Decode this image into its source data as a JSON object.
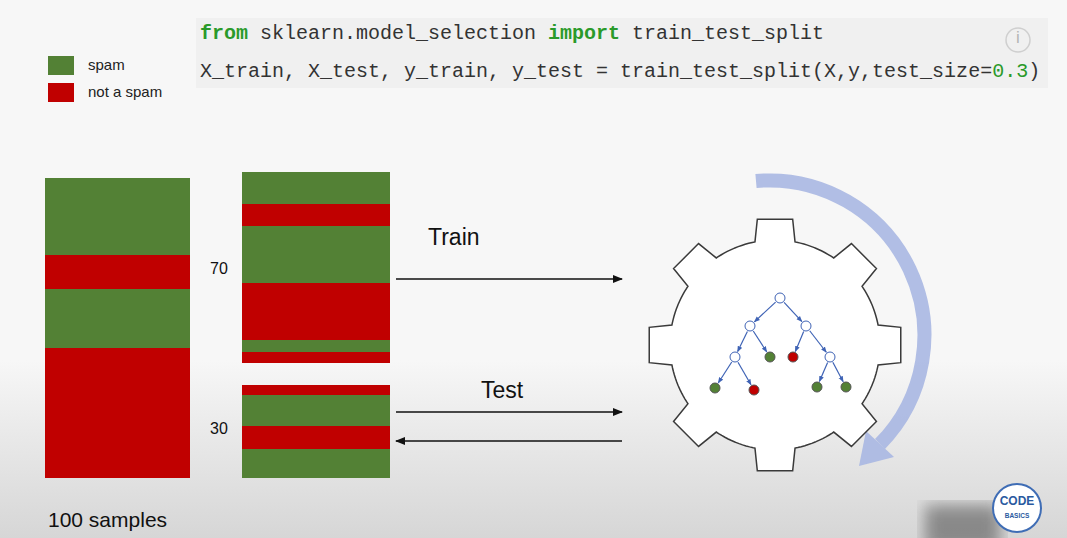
{
  "diagram": {
    "nodes": [
      {
        "text": [
          "100 samples"
        ]
      },
      {
        "text": [
          "70"
        ]
      },
      {
        "text": [
          "30"
        ]
      },
      {
        "text": []
      }
    ],
    "edges": [
      {
        "from": 1,
        "to": 3,
        "arrow": "to",
        "label": "Train"
      },
      {
        "from": 2,
        "to": 3,
        "arrow": "to",
        "label": "Test"
      },
      {
        "from": 3,
        "to": 2,
        "arrow": "to"
      }
    ],
    "labels": [
      "from sklearn.model_selection import train_test_split",
      "X_train, X_test, y_train, y_test = train_test_split(X,y,test_size=0.3)",
      "i",
      "CODE",
      "BASICS"
    ],
    "legend": [
      {
        "text": "spam",
        "color": "#538135"
      },
      {
        "text": "not a spam",
        "color": "#c00000"
      }
    ]
  }
}
